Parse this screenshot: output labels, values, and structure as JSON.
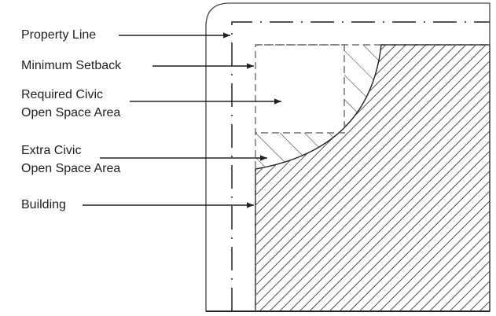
{
  "title": "Civic Open Space Corner Diagram",
  "labels": {
    "property_line": "Property Line",
    "minimum_setback": "Minimum Setback",
    "required_civic_1": "Required Civic",
    "required_civic_2": "Open Space Area",
    "extra_civic_1": "Extra Civic",
    "extra_civic_2": "Open Space Area",
    "building": "Building"
  },
  "colors": {
    "ink": "#222222",
    "dashed": "#555555",
    "background": "#ffffff"
  },
  "legend": [
    {
      "name": "property-line",
      "style": "dash-dot"
    },
    {
      "name": "minimum-setback",
      "style": "dashed"
    },
    {
      "name": "required-civic-open-space",
      "style": "blank"
    },
    {
      "name": "extra-civic-open-space",
      "style": "wide-hatch"
    },
    {
      "name": "building",
      "style": "dense-hatch"
    }
  ]
}
